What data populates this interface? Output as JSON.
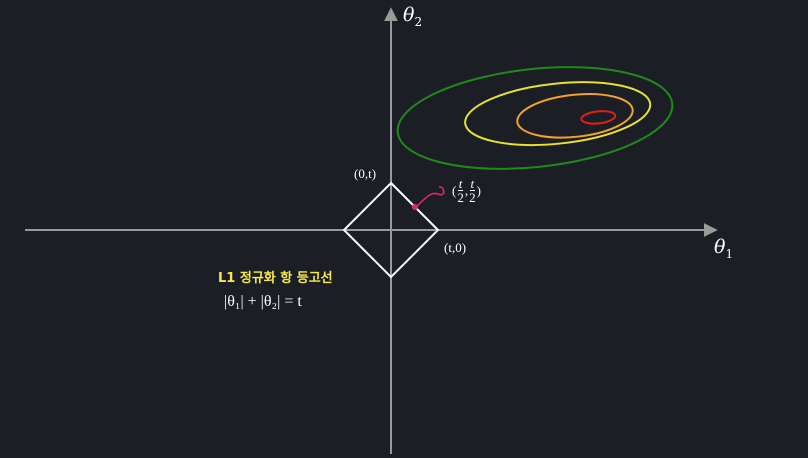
{
  "colors": {
    "background": "#1c1e25",
    "axis": "#9a9a9a",
    "diamond": "#ffffff",
    "contour_outer": "#1e8a1a",
    "contour_2": "#e6e233",
    "contour_3": "#f0a32a",
    "contour_inner": "#e01e1e",
    "tangent_marker": "#d82a6b",
    "caption_korean": "#f7e94a"
  },
  "axes": {
    "x_label": "θ",
    "x_sub": "1",
    "y_label": "θ",
    "y_sub": "2"
  },
  "points": {
    "top_vertex": "(0,t)",
    "right_vertex": "(t,0)",
    "tangent": {
      "open": "(",
      "num1": "t",
      "den1": "2",
      "sep": ",",
      "num2": "t",
      "den2": "2",
      "close": ")"
    }
  },
  "caption": {
    "korean": "L1 정규화 항 등고선",
    "equation": "|θ₁| + |θ₂| = t"
  }
}
